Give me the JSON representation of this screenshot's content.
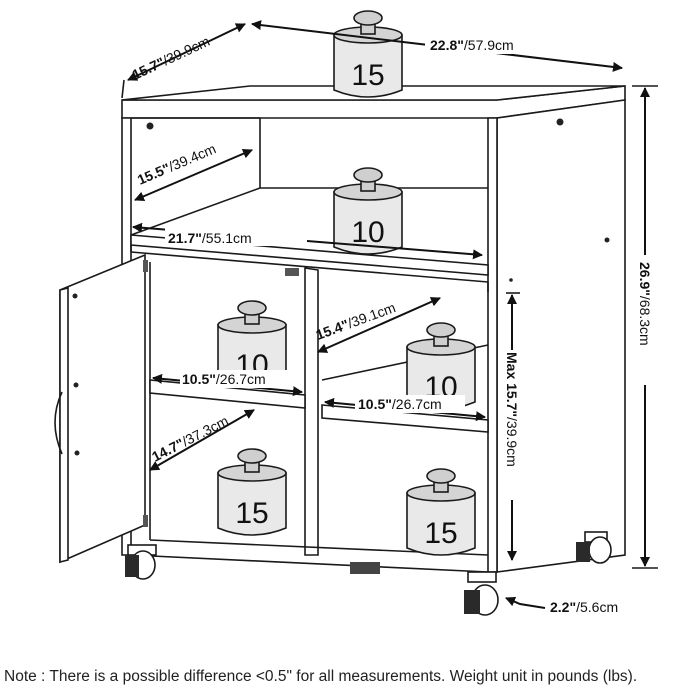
{
  "dimensions": {
    "top_depth": {
      "inch": "15.7\"",
      "cm": "/39.9cm"
    },
    "top_width": {
      "inch": "22.8\"",
      "cm": "/57.9cm"
    },
    "height": {
      "inch": "26.9\"",
      "cm": "/68.3cm"
    },
    "upper_shelf_depth": {
      "inch": "15.5\"",
      "cm": "/39.4cm"
    },
    "upper_shelf_width": {
      "inch": "21.7\"",
      "cm": "/55.1cm"
    },
    "inner_depth": {
      "inch": "15.4\"",
      "cm": "/39.1cm"
    },
    "left_shelf_width": {
      "inch": "10.5\"",
      "cm": "/26.7cm"
    },
    "right_shelf_width": {
      "inch": "10.5\"",
      "cm": "/26.7cm"
    },
    "inner_height": {
      "inch": "Max 15.7\"",
      "cm": "/39.9cm"
    },
    "lower_depth": {
      "inch": "14.7\"",
      "cm": "/37.3cm"
    },
    "caster_height": {
      "inch": "2.2\"",
      "cm": "/5.6cm"
    }
  },
  "weights": {
    "top": "15",
    "upper_shelf": "10",
    "left_middle": "10",
    "right_middle": "10",
    "left_bottom": "15",
    "right_bottom": "15"
  },
  "note": "Note : There is a possible difference <0.5\" for all measurements. Weight unit in pounds (lbs)."
}
